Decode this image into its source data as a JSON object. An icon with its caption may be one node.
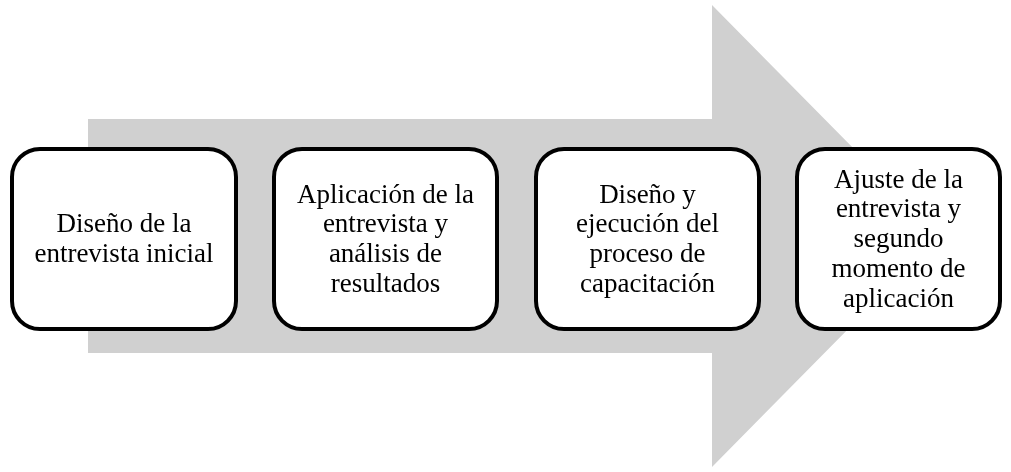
{
  "diagram": {
    "nodes": [
      {
        "text": [
          "Diseño de la entrevista inicial"
        ]
      },
      {
        "text": [
          "Aplicación de la entrevista y análisis de resultados"
        ]
      },
      {
        "text": [
          "Diseño y ejecución del proceso de capacitación"
        ]
      },
      {
        "text": [
          "Ajuste de la entrevista y segundo momento de aplicación"
        ]
      }
    ],
    "edges": [
      {
        "from": 0,
        "to": 3,
        "arrow": "to"
      }
    ]
  }
}
